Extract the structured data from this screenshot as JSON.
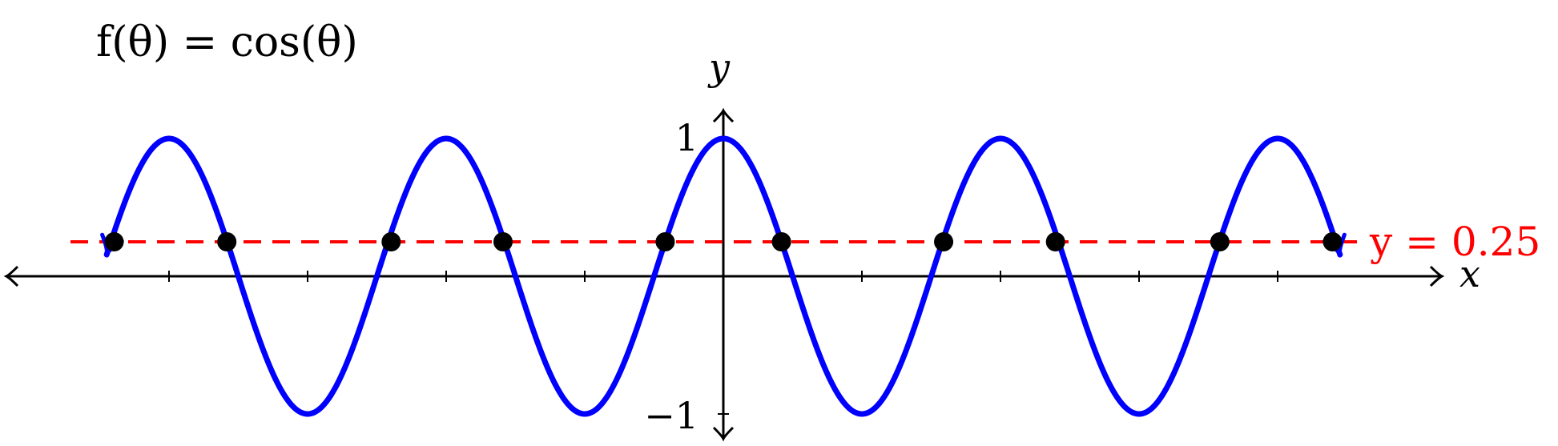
{
  "chart_data": {
    "type": "line",
    "title": "f(θ) = cos(θ)",
    "xlabel": "x",
    "ylabel": "y",
    "y_tick_labels": [
      "1",
      "−1"
    ],
    "y_ticks": [
      1,
      -1
    ],
    "x_ticks_multiples_of_pi": [
      -4,
      -3,
      -2,
      -1,
      1,
      2,
      3,
      4
    ],
    "xlim_multiples_of_pi": [
      -4.5,
      4.5
    ],
    "ylim": [
      -1.2,
      1.2
    ],
    "series": [
      {
        "function": "cos",
        "domain_multiples_of_pi": [
          -4.45,
          4.45
        ],
        "color": "#0000ff"
      }
    ],
    "reference_line": {
      "label": "y = 0.25",
      "y": 0.25,
      "color": "#ff0000",
      "style": "dashed"
    },
    "intersection_points": [
      {
        "x": -7.5303,
        "y": 0.25
      },
      {
        "x": -4.9944,
        "y": 0.25
      },
      {
        "x": -1.3181,
        "y": 0.25
      },
      {
        "x": 1.3181,
        "y": 0.25
      },
      {
        "x": 4.9944,
        "y": 0.25
      },
      {
        "x": 7.5303,
        "y": 0.25
      },
      {
        "x": -11.2555,
        "y": 0.25
      },
      {
        "x": -13.8103,
        "y": 0.25
      },
      {
        "x": 11.2555,
        "y": 0.25
      },
      {
        "x": 13.8103,
        "y": 0.25
      }
    ],
    "grid": false,
    "colors": {
      "axis": "#000000",
      "curve": "#0000ff",
      "reference": "#ff0000",
      "points": "#000000"
    }
  }
}
